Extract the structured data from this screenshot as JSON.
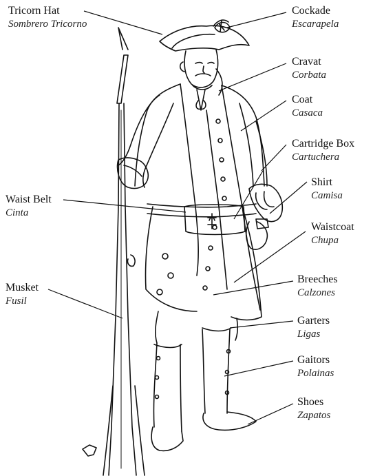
{
  "labels": [
    {
      "key": "tricorn_hat",
      "en": "Tricorn Hat",
      "es": "Sombrero Tricorno"
    },
    {
      "key": "cockade",
      "en": "Cockade",
      "es": "Escarapela"
    },
    {
      "key": "cravat",
      "en": "Cravat",
      "es": "Corbata"
    },
    {
      "key": "coat",
      "en": "Coat",
      "es": "Casaca"
    },
    {
      "key": "cartridge_box",
      "en": "Cartridge Box",
      "es": "Cartuchera"
    },
    {
      "key": "shirt",
      "en": "Shirt",
      "es": "Camisa"
    },
    {
      "key": "waist_belt",
      "en": "Waist Belt",
      "es": "Cinta"
    },
    {
      "key": "waistcoat",
      "en": "Waistcoat",
      "es": "Chupa"
    },
    {
      "key": "musket",
      "en": "Musket",
      "es": "Fusil"
    },
    {
      "key": "breeches",
      "en": "Breeches",
      "es": "Calzones"
    },
    {
      "key": "garters",
      "en": "Garters",
      "es": "Ligas"
    },
    {
      "key": "gaitors",
      "en": "Gaitors",
      "es": "Polainas"
    },
    {
      "key": "shoes",
      "en": "Shoes",
      "es": "Zapatos"
    }
  ],
  "colors": {
    "ink": "#111111",
    "paper": "#ffffff"
  }
}
